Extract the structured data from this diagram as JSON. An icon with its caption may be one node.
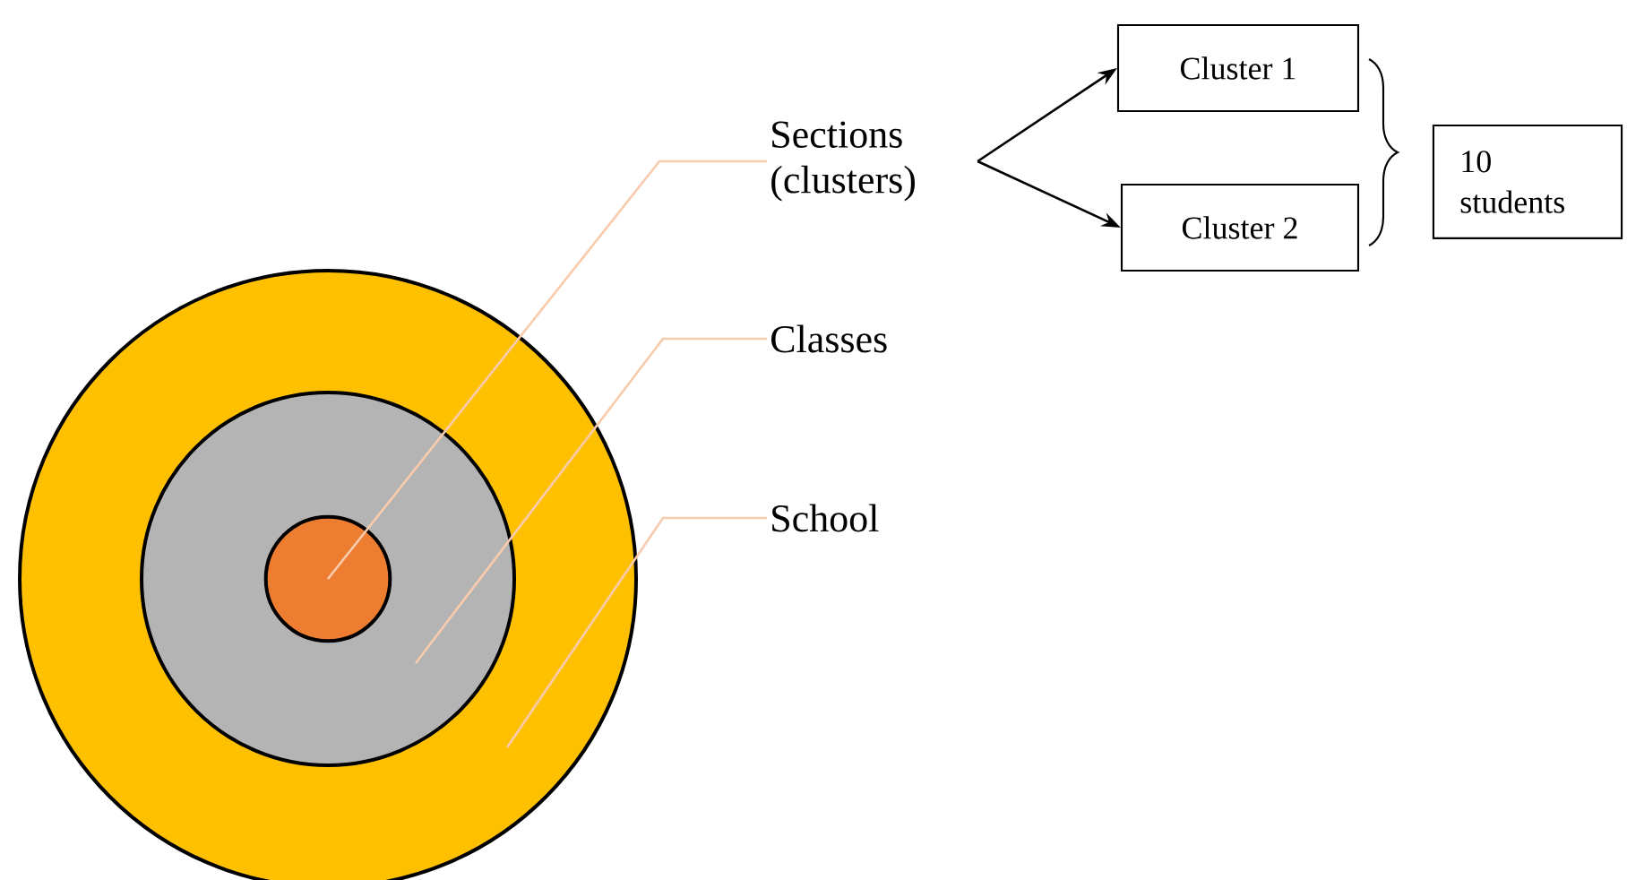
{
  "diagram": {
    "nodes": [
      {
        "text": [],
        "shape": "circle"
      },
      {
        "text": [],
        "shape": "circle",
        "in": 0
      },
      {
        "text": [],
        "shape": "circle",
        "in": 1
      },
      {
        "text": [
          "Sections (clusters)"
        ]
      },
      {
        "text": [
          "Classes"
        ]
      },
      {
        "text": [
          "School"
        ]
      },
      {
        "text": [
          "Cluster 1"
        ]
      },
      {
        "text": [
          "Cluster 2"
        ]
      },
      {
        "text": [
          "10 students"
        ]
      }
    ],
    "edges": [
      {
        "from": 3,
        "to": 2,
        "arrow": "none"
      },
      {
        "from": 4,
        "to": 1,
        "arrow": "none"
      },
      {
        "from": 5,
        "to": 0,
        "arrow": "none"
      },
      {
        "from": 3,
        "to": 6,
        "arrow": "to",
        "color": "#000000"
      },
      {
        "from": 3,
        "to": 7,
        "arrow": "to",
        "color": "#000000"
      }
    ]
  }
}
